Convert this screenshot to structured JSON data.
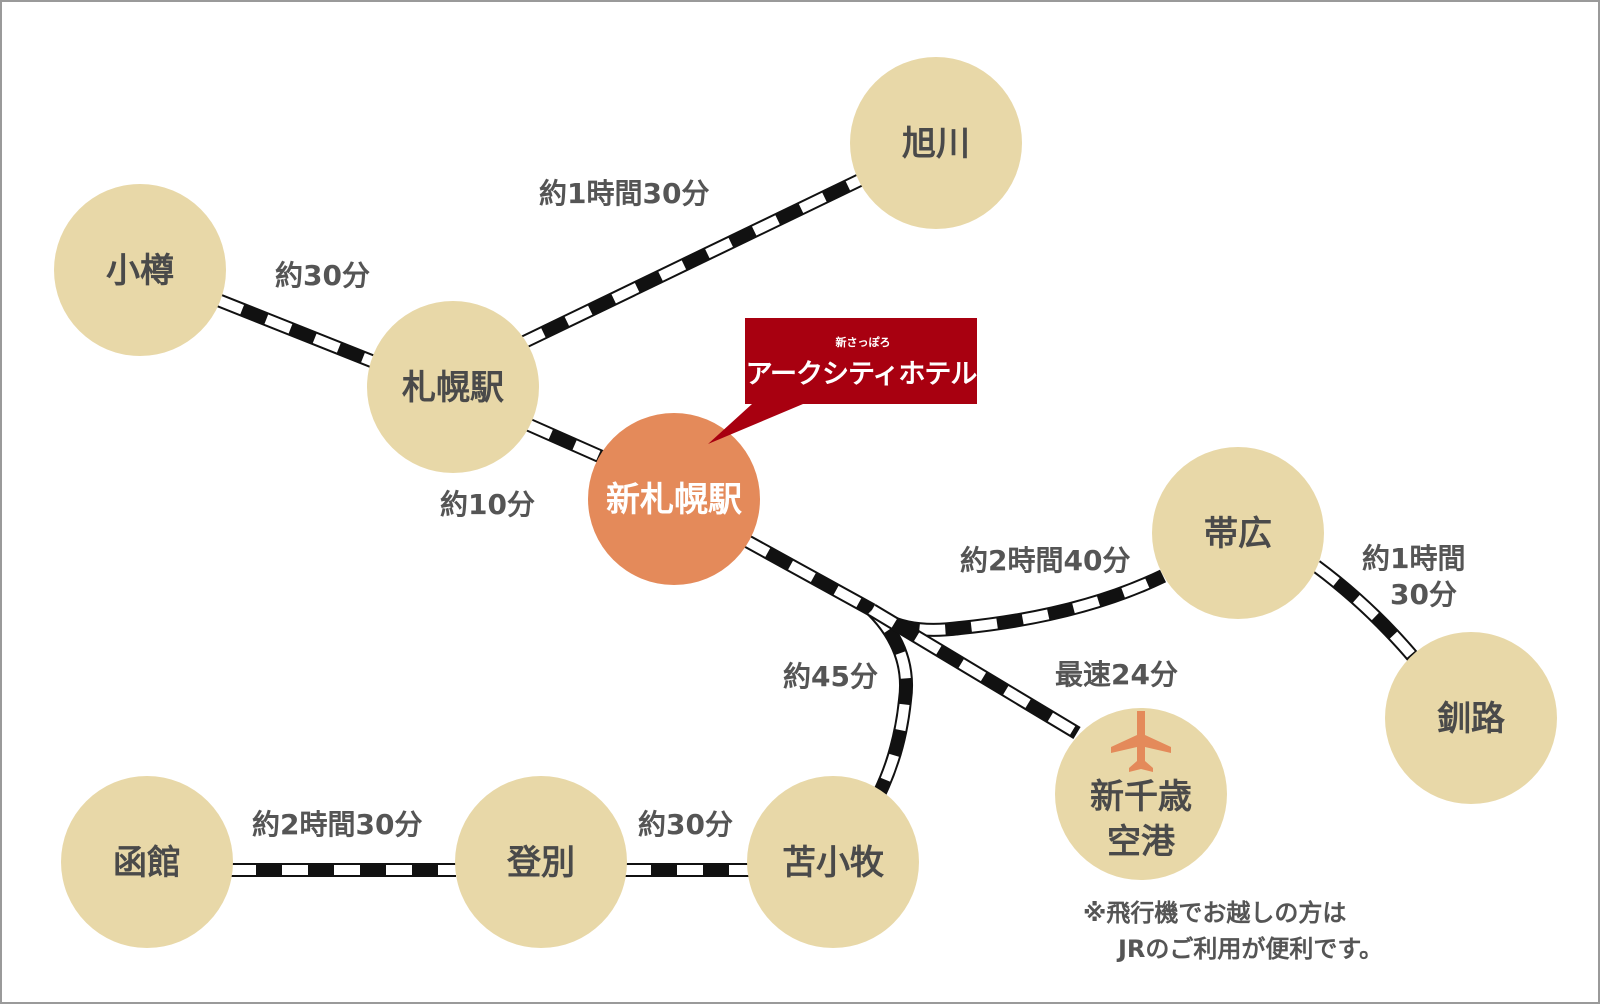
{
  "hotel": {
    "sub_label": "新さっぽろ",
    "name": "アークシティホテル",
    "callout_color": "#a80010"
  },
  "stations": {
    "asahikawa": "旭川",
    "otaru": "小樽",
    "sapporo": "札幌駅",
    "shin_sapporo": "新札幌駅",
    "obihiro": "帯広",
    "kushiro": "釧路",
    "new_chitose_line1": "新千歳",
    "new_chitose_line2": "空港",
    "hakodate": "函館",
    "noboribetsu": "登別",
    "tomakomai": "苫小牧"
  },
  "travel_times": {
    "sapporo_asahikawa": "約1時間30分",
    "otaru_sapporo": "約30分",
    "sapporo_shin_sapporo": "約10分",
    "shin_sapporo_obihiro": "約2時間40分",
    "obihiro_kushiro_line1": "約1時間",
    "obihiro_kushiro_line2": "30分",
    "shin_sapporo_tomakomai": "約45分",
    "shin_sapporo_new_chitose": "最速24分",
    "hakodate_noboribetsu": "約2時間30分",
    "noboribetsu_tomakomai": "約30分"
  },
  "note": {
    "line1": "※飛行機でお越しの方は",
    "line2": "JRのご利用が便利です。"
  },
  "icons": {
    "airport": "airplane-icon"
  },
  "colors": {
    "station_fill": "#e8d8a8",
    "hub_fill": "#e48a5a",
    "rail": "#111111"
  }
}
